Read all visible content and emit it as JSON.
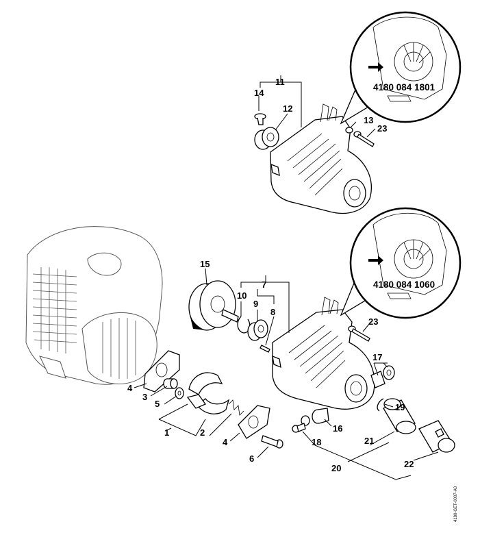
{
  "diagram": {
    "labels": {
      "p1": "1",
      "p2": "2",
      "p3": "3",
      "p4a": "4",
      "p4b": "4",
      "p5": "5",
      "p6": "6",
      "p7": "7",
      "p8": "8",
      "p9": "9",
      "p10": "10",
      "p11": "11",
      "p12": "12",
      "p13": "13",
      "p14": "14",
      "p15": "15",
      "p16": "16",
      "p17": "17",
      "p18": "18",
      "p19": "19",
      "p20": "20",
      "p21": "21",
      "p22": "22",
      "p23a": "23",
      "p23b": "23"
    },
    "callouts": {
      "top_part_number": "4180 084 1801",
      "bottom_part_number": "4180 084 1060"
    },
    "drawing_id": "4180-GET-0007-A0"
  }
}
